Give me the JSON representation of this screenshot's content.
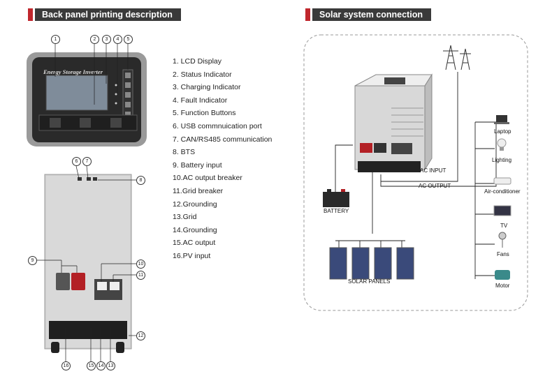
{
  "left_section": {
    "title": "Back panel printing description"
  },
  "right_section": {
    "title": "Solar system connection"
  },
  "front_panel": {
    "brand_text": "Energy Storage Inverter"
  },
  "descriptions": [
    "1. LCD Display",
    "2. Status Indicator",
    "3. Charging Indicator",
    "4. Fault Indicator",
    "5. Function Buttons",
    "6. USB commnuication port",
    "7. CAN/RS485 communication",
    "8. BTS",
    "9. Battery input",
    "10.AC output breaker",
    "11.Grid breaker",
    "12.Grounding",
    "13.Grid",
    "14.Grounding",
    "15.AC output",
    "16.PV input"
  ],
  "diagram": {
    "ac_input": "AC INPUT",
    "ac_output": "AC OUTPUT",
    "battery": "BATTERY",
    "solar_panels": "SOLAR PANELS",
    "loads": [
      "Laptop",
      "Lighting",
      "Air-conditioner",
      "TV",
      "Fans",
      "Motor"
    ]
  },
  "colors": {
    "accent": "#c0272d",
    "header_bg": "#3a3a3a",
    "panel_dark": "#2a2a2a",
    "lcd": "#7f8c9a"
  }
}
